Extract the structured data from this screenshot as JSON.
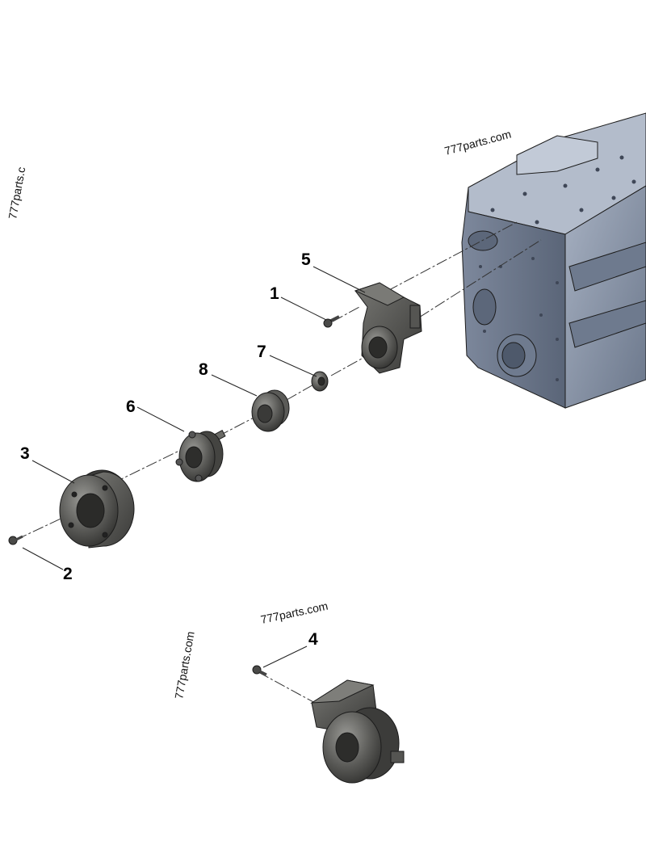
{
  "watermarks": {
    "top_right": "777parts.com",
    "left_edge": "777parts.c",
    "bottom_center": "777parts.com",
    "bottom_left": "777parts.com"
  },
  "callouts": [
    "1",
    "2",
    "3",
    "4",
    "5",
    "6",
    "7",
    "8"
  ],
  "colors": {
    "engine_block": "#8a96ab",
    "engine_block_dark": "#5f6b80",
    "part_metal": "#4a4a48",
    "part_metal_light": "#8a8a86",
    "line": "#222222"
  }
}
